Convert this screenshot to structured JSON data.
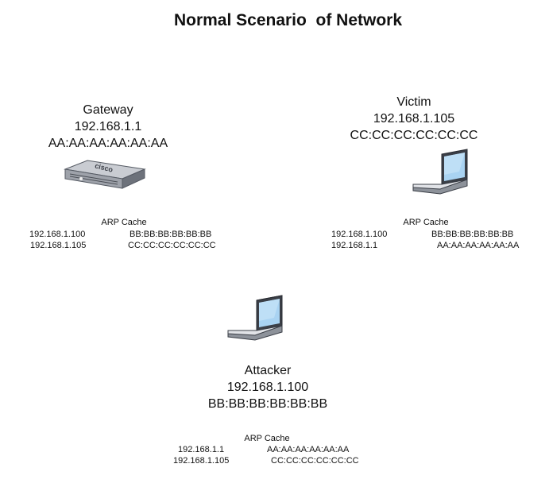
{
  "diagram": {
    "title": "Normal Scenario  of Network"
  },
  "nodes": {
    "gateway": {
      "name": "Gateway",
      "ip": "192.168.1.1",
      "mac": "AA:AA:AA:AA:AA:AA",
      "icon": "router-icon",
      "brand": "cisco",
      "arp_cache": {
        "title": "ARP Cache",
        "rows": [
          {
            "ip": "192.168.1.100",
            "mac": "BB:BB:BB:BB:BB:BB"
          },
          {
            "ip": "192.168.1.105",
            "mac": "CC:CC:CC:CC:CC:CC"
          }
        ]
      }
    },
    "victim": {
      "name": "Victim",
      "ip": "192.168.1.105",
      "mac": "CC:CC:CC:CC:CC:CC",
      "icon": "laptop-icon",
      "arp_cache": {
        "title": "ARP Cache",
        "rows": [
          {
            "ip": "192.168.1.100",
            "mac": "BB:BB:BB:BB:BB:BB"
          },
          {
            "ip": "192.168.1.1",
            "mac": "AA:AA:AA:AA:AA:AA"
          }
        ]
      }
    },
    "attacker": {
      "name": "Attacker",
      "ip": "192.168.1.100",
      "mac": "BB:BB:BB:BB:BB:BB",
      "icon": "laptop-icon",
      "arp_cache": {
        "title": "ARP Cache",
        "rows": [
          {
            "ip": "192.168.1.1",
            "mac": "AA:AA:AA:AA:AA:AA"
          },
          {
            "ip": "192.168.1.105",
            "mac": "CC:CC:CC:CC:CC:CC"
          }
        ]
      }
    }
  },
  "colors": {
    "screen": "#a9d3f2",
    "device_body": "#d9dbe0",
    "device_dark": "#3b3f47"
  }
}
